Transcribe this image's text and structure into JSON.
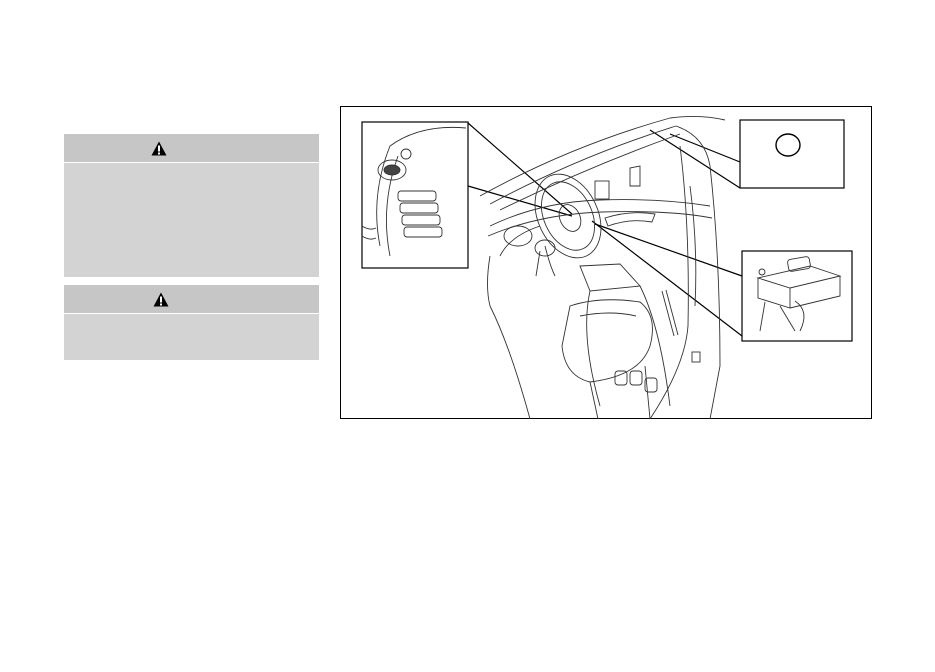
{
  "warnings": [
    {
      "icon": "warning-triangle-icon"
    },
    {
      "icon": "warning-triangle-icon"
    }
  ],
  "figure": {
    "callouts": [
      "steering-wheel-switch-inset",
      "microphone-inset",
      "control-unit-inset"
    ]
  }
}
